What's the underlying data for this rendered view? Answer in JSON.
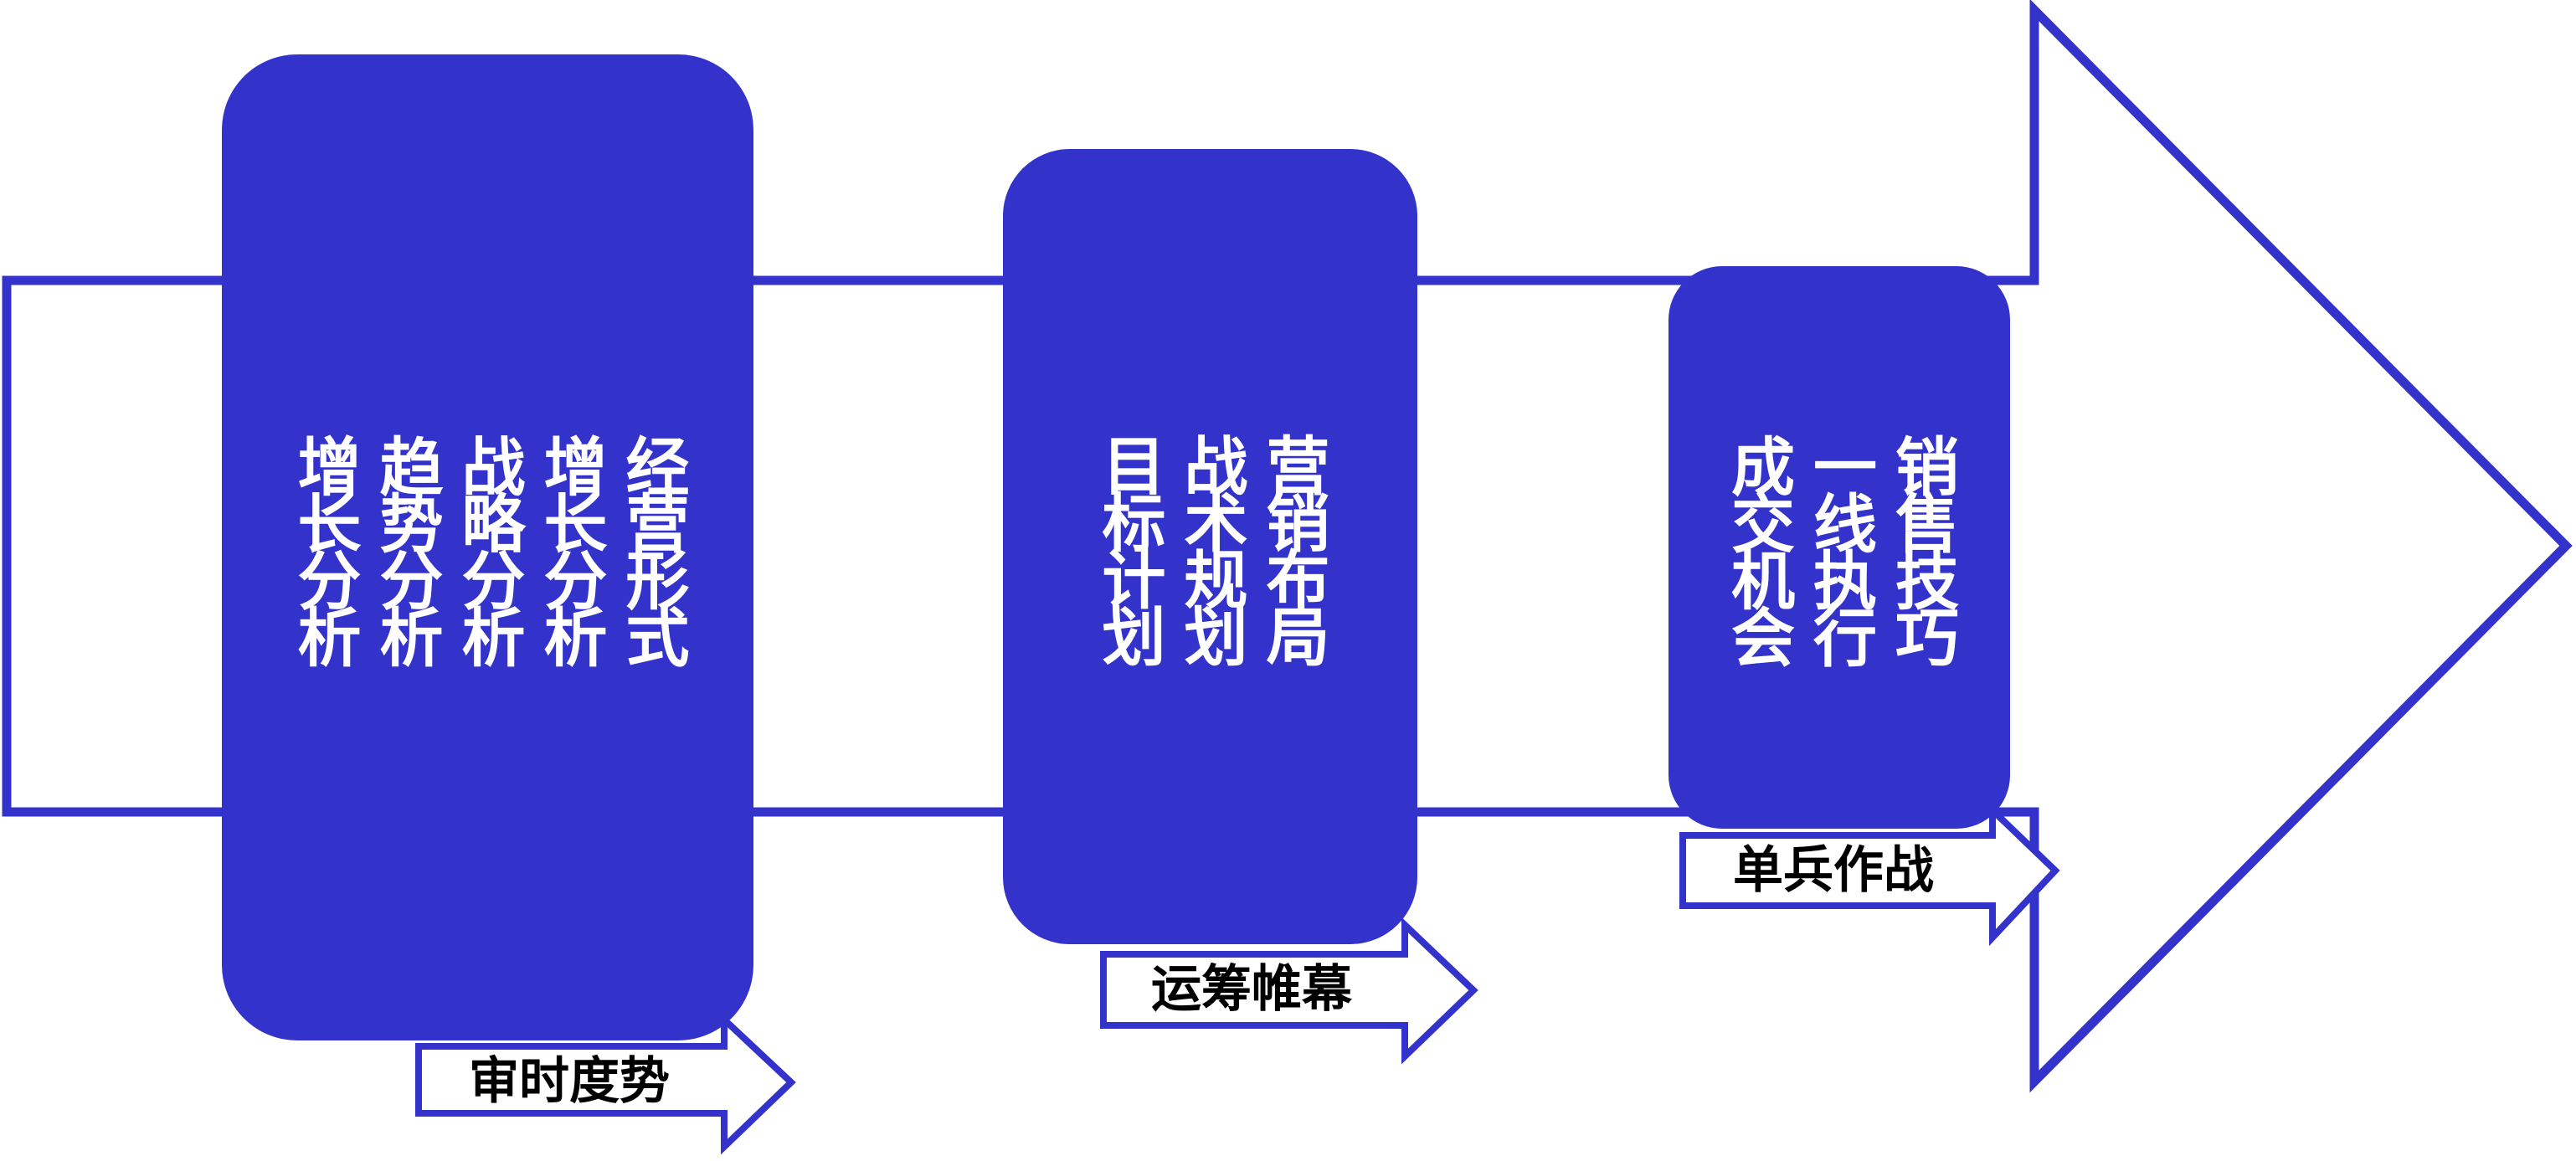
{
  "colors": {
    "accent": "#3333cc",
    "background": "#ffffff",
    "text_on_accent": "#ffffff",
    "label_text": "#000000"
  },
  "stages": [
    {
      "columns": [
        "经营形式",
        "增长分析",
        "战略分析",
        "趋势分析",
        "增长分析"
      ],
      "label": "审时度势"
    },
    {
      "columns": [
        "营销布局",
        "战术规划",
        "目标计划"
      ],
      "label": "运筹帷幕"
    },
    {
      "columns": [
        "销售技巧",
        "一线执行",
        "成交机会"
      ],
      "label": "单兵作战"
    }
  ]
}
